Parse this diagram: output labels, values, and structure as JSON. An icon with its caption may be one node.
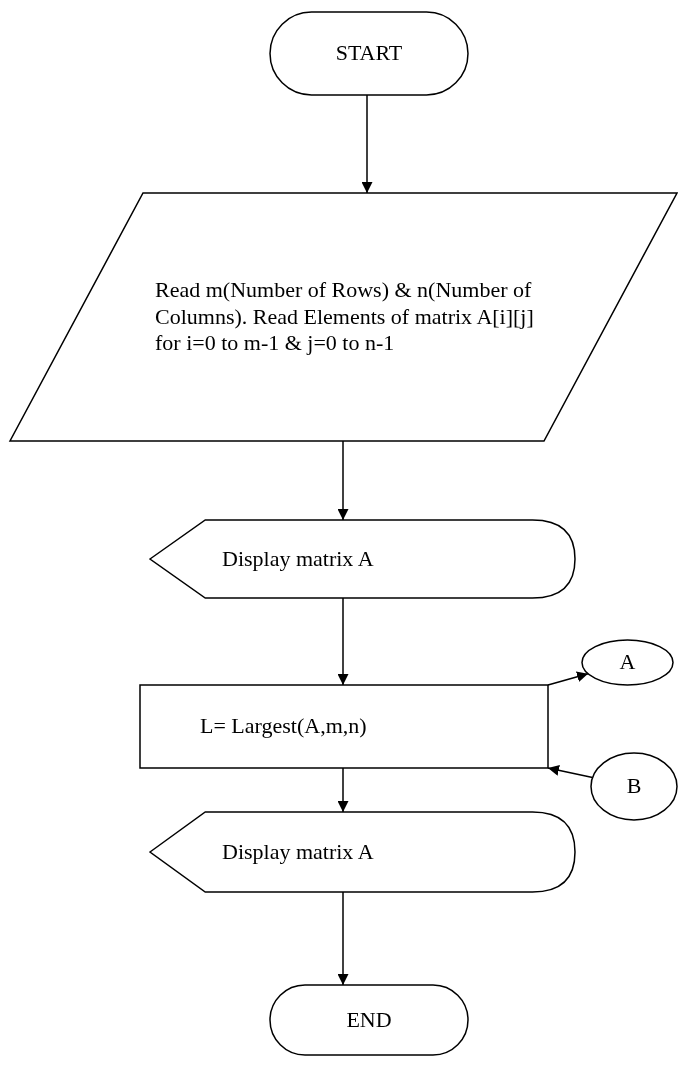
{
  "diagram": {
    "nodes": [
      {
        "text": [
          "START"
        ]
      },
      {
        "text": [
          "Read m(Number of Rows) & n(Number of Columns). Read Elements of matrix A[i][j] for i=0 to m-1 & j=0 to n-1"
        ]
      },
      {
        "text": [
          "Display matrix A"
        ]
      },
      {
        "text": [
          "L= Largest(A,m,n)"
        ]
      },
      {
        "text": [
          "A"
        ]
      },
      {
        "text": [
          "B"
        ]
      },
      {
        "text": [
          "Display matrix A"
        ]
      },
      {
        "text": [
          "END"
        ]
      }
    ],
    "edges": [
      {
        "from": 0,
        "to": 1,
        "arrow": "to"
      },
      {
        "from": 1,
        "to": 2,
        "arrow": "to"
      },
      {
        "from": 2,
        "to": 3,
        "arrow": "to"
      },
      {
        "from": 3,
        "to": 4,
        "arrow": "to"
      },
      {
        "from": 5,
        "to": 3,
        "arrow": "to"
      },
      {
        "from": 3,
        "to": 6,
        "arrow": "to"
      },
      {
        "from": 6,
        "to": 7,
        "arrow": "to"
      }
    ]
  }
}
